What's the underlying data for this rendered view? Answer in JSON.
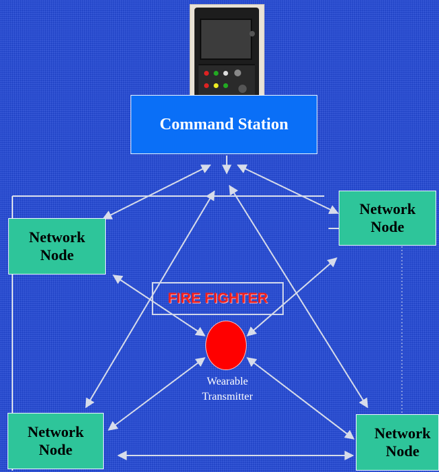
{
  "command_station": {
    "label": "Command Station"
  },
  "nodes": {
    "top_left": [
      "Network",
      "Node"
    ],
    "top_right": [
      "Network",
      "Node"
    ],
    "bottom_left": [
      "Network",
      "Node"
    ],
    "bottom_right": [
      "Network",
      "Node"
    ]
  },
  "fire_fighter": {
    "label": "FIRE FIGHTER"
  },
  "transmitter": {
    "line1": "Wearable",
    "line2": "Transmitter"
  },
  "icons": {
    "device": "command-station-device-photo"
  },
  "colors": {
    "background": "#2346c8",
    "station": "#0a6ff7",
    "node": "#2ec59a",
    "transmitter": "#ff0000",
    "fire_fighter_text": "#f02020",
    "arrows": "#d7dcea"
  }
}
